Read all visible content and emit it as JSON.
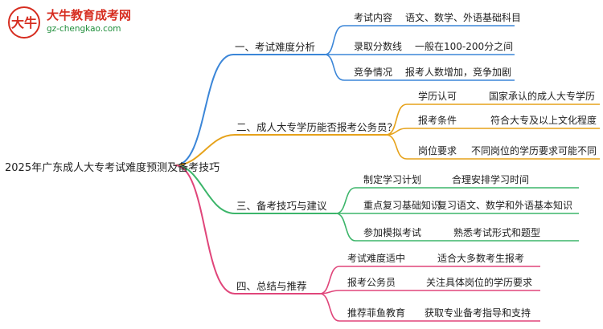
{
  "logo": {
    "title": "大牛教育成考网",
    "url": "gz-chengkao.com"
  },
  "root": {
    "label": "2025年广东成人大专考试难度预测及备考技巧"
  },
  "branches": [
    {
      "label": "一、考试难度分析",
      "color": "#3b86d8",
      "leaves": [
        {
          "key": "考试内容",
          "value": "语文、数学、外语基础科目"
        },
        {
          "key": "录取分数线",
          "value": "一般在100-200分之间"
        },
        {
          "key": "竞争情况",
          "value": "报考人数增加，竞争加剧"
        }
      ]
    },
    {
      "label": "二、成人大专学历能否报考公务员？",
      "color": "#e6a21a",
      "leaves": [
        {
          "key": "学历认可",
          "value": "国家承认的成人大专学历"
        },
        {
          "key": "报考条件",
          "value": "符合大专及以上文化程度"
        },
        {
          "key": "岗位要求",
          "value": "不同岗位的学历要求可能不同"
        }
      ]
    },
    {
      "label": "三、备考技巧与建议",
      "color": "#3cb56a",
      "leaves": [
        {
          "key": "制定学习计划",
          "value": "合理安排学习时间"
        },
        {
          "key": "重点复习基础知识",
          "value": "复习语文、数学和外语基本知识"
        },
        {
          "key": "参加模拟考试",
          "value": "熟悉考试形式和题型"
        }
      ]
    },
    {
      "label": "四、总结与推荐",
      "color": "#e0457a",
      "leaves": [
        {
          "key": "考试难度适中",
          "value": "适合大多数考生报考"
        },
        {
          "key": "报考公务员",
          "value": "关注具体岗位的学历要求"
        },
        {
          "key": "推荐菲鱼教育",
          "value": "获取专业备考指导和支持"
        }
      ]
    }
  ]
}
